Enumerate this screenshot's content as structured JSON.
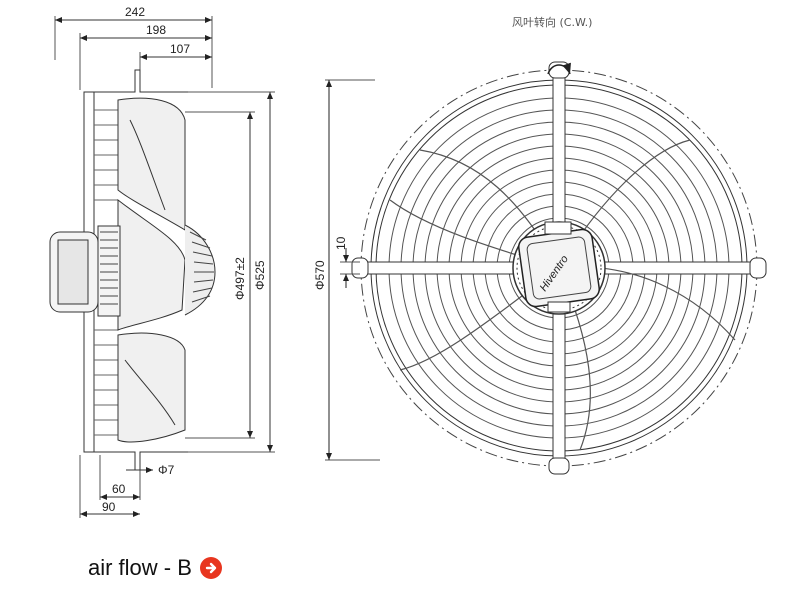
{
  "rotation_label": "风叶转向 (C.W.)",
  "brand": "Hiventro",
  "caption": {
    "text": "air flow - B",
    "icon": "arrow-right-circle-icon",
    "icon_color": "#e8361f"
  },
  "dimensions": {
    "side_view": {
      "overall_depth": "242",
      "guard_depth": "198",
      "mount_depth": "107",
      "blade_diameter": "Φ497±2",
      "guard_diameter": "Φ525",
      "hole_diameter": "Φ7",
      "foot_offset_inner": "60",
      "foot_offset_outer": "90"
    },
    "front_view": {
      "outer_diameter": "Φ570",
      "mount_slot": "10"
    }
  }
}
